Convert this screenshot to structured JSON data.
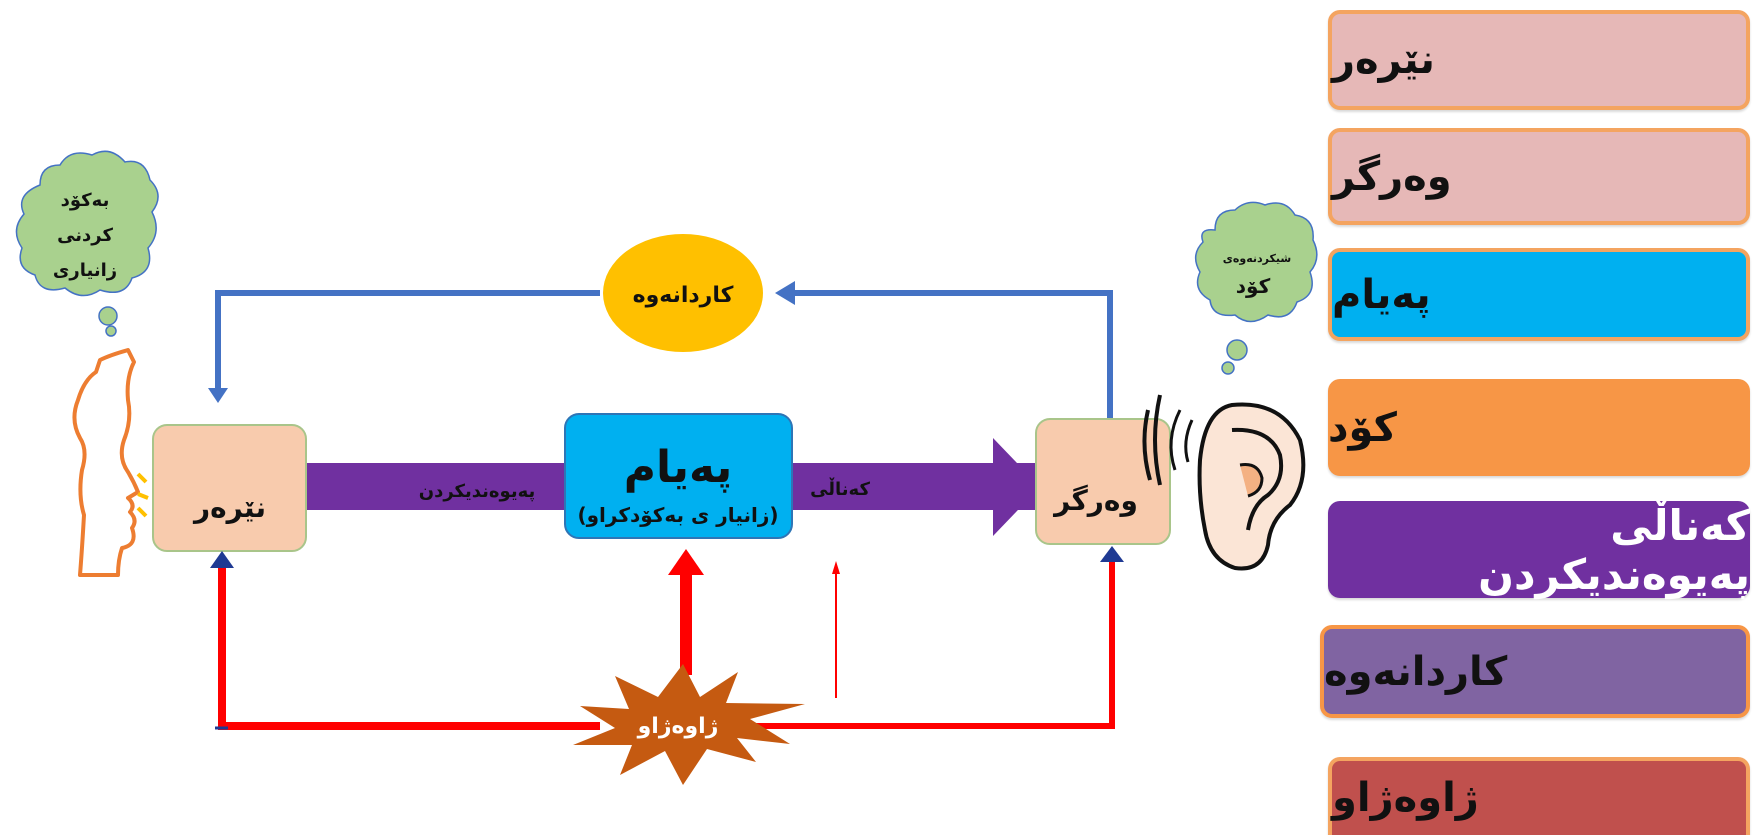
{
  "colors": {
    "sender_box": "#f8cbad",
    "message_box": "#00b0f0",
    "channel_arrow": "#7030a0",
    "feedback": "#ffc000",
    "noise": "#c55a11",
    "cloud": "#a9d18e",
    "blue_line": "#4472c4",
    "red_line": "#ff0000",
    "head_outline": "#ed7d31"
  },
  "diagram": {
    "sender_label": "نێرەر",
    "receiver_label": "وەرگر",
    "message_title": "پەیام",
    "message_subtitle": "(زانیار ی بەکۆدکراو)",
    "channel_left_text": "پەیوەندیکردن",
    "channel_right_text": "کەناڵی",
    "feedback_label": "کاردانەوە",
    "noise_label": "ژاوەژاو",
    "encode_cloud_lines": [
      "بەکۆد",
      "کردنی",
      "زانیاری"
    ],
    "decode_cloud_lines": [
      "شیکردنەوەی",
      "کۆد"
    ],
    "head_icon": "speaking-head-icon",
    "ear_icon": "ear-icon"
  },
  "legend": [
    {
      "label": "نێرەر",
      "bg": "#e6b8b7",
      "border": "#f4a460"
    },
    {
      "label": "وەرگر",
      "bg": "#e6b8b7",
      "border": "#f4a460"
    },
    {
      "label": "پەیام",
      "bg": "#00b0f0",
      "border": "#f4a460"
    },
    {
      "label": "کۆد",
      "bg": "#f79646",
      "border": "#f79646"
    },
    {
      "label": "کەناڵی پەیوەندیکردن",
      "bg": "#7030a0",
      "border": "#7030a0",
      "color": "#ffffff"
    },
    {
      "label": "کاردانەوە",
      "bg": "#8064a2",
      "border": "#f79646"
    },
    {
      "label": "ژاوەژاو",
      "bg": "#c0504d",
      "border": "#f4a460"
    }
  ]
}
